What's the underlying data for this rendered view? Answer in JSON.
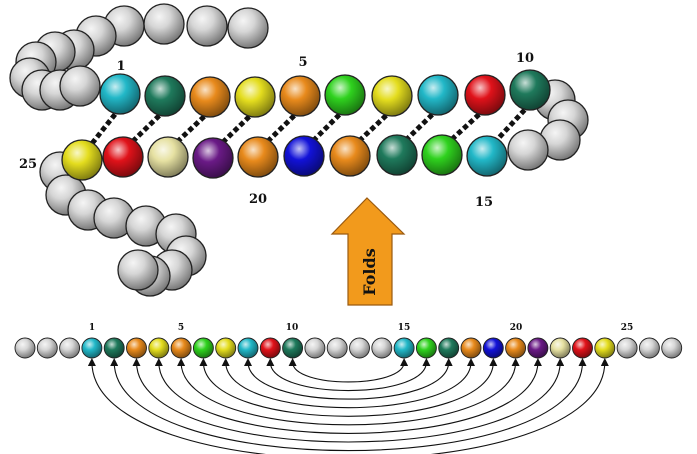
{
  "labels": {
    "fold_arrow": "Folds",
    "top_numbers": [
      "1",
      "5",
      "10",
      "15",
      "20",
      "25"
    ],
    "bottom_numbers": [
      "1",
      "5",
      "10",
      "15",
      "20",
      "25"
    ]
  },
  "colors": {
    "c": "#22b8c8",
    "g": "#1f7a5c",
    "o": "#e88a1c",
    "y": "#e4dd1e",
    "r": "#e0121a",
    "l": "#2fd21e",
    "p": "#6a1a86",
    "b": "#1212d8",
    "k": "#e6e1a2",
    "w": "#d6d6d6",
    "arrow_fill": "#f29a1c",
    "arrow_stroke": "#9a5a10"
  },
  "chain": {
    "leading_white": 3,
    "residues": [
      "c",
      "g",
      "o",
      "y",
      "o",
      "l",
      "y",
      "c",
      "r",
      "g",
      "w",
      "w",
      "w",
      "w",
      "c",
      "l",
      "g",
      "o",
      "b",
      "o",
      "p",
      "k",
      "r",
      "y"
    ],
    "trailing_white": 3
  },
  "folded": {
    "top_row": [
      "c",
      "g",
      "o",
      "y",
      "o",
      "l",
      "y",
      "c",
      "r",
      "g"
    ],
    "bottom_row": [
      "y",
      "r",
      "k",
      "p",
      "o",
      "b",
      "o",
      "g",
      "l",
      "c"
    ]
  },
  "pairs": [
    [
      1,
      24
    ],
    [
      2,
      23
    ],
    [
      3,
      22
    ],
    [
      4,
      21
    ],
    [
      5,
      20
    ],
    [
      6,
      19
    ],
    [
      7,
      18
    ],
    [
      8,
      17
    ],
    [
      9,
      16
    ],
    [
      10,
      15
    ]
  ]
}
